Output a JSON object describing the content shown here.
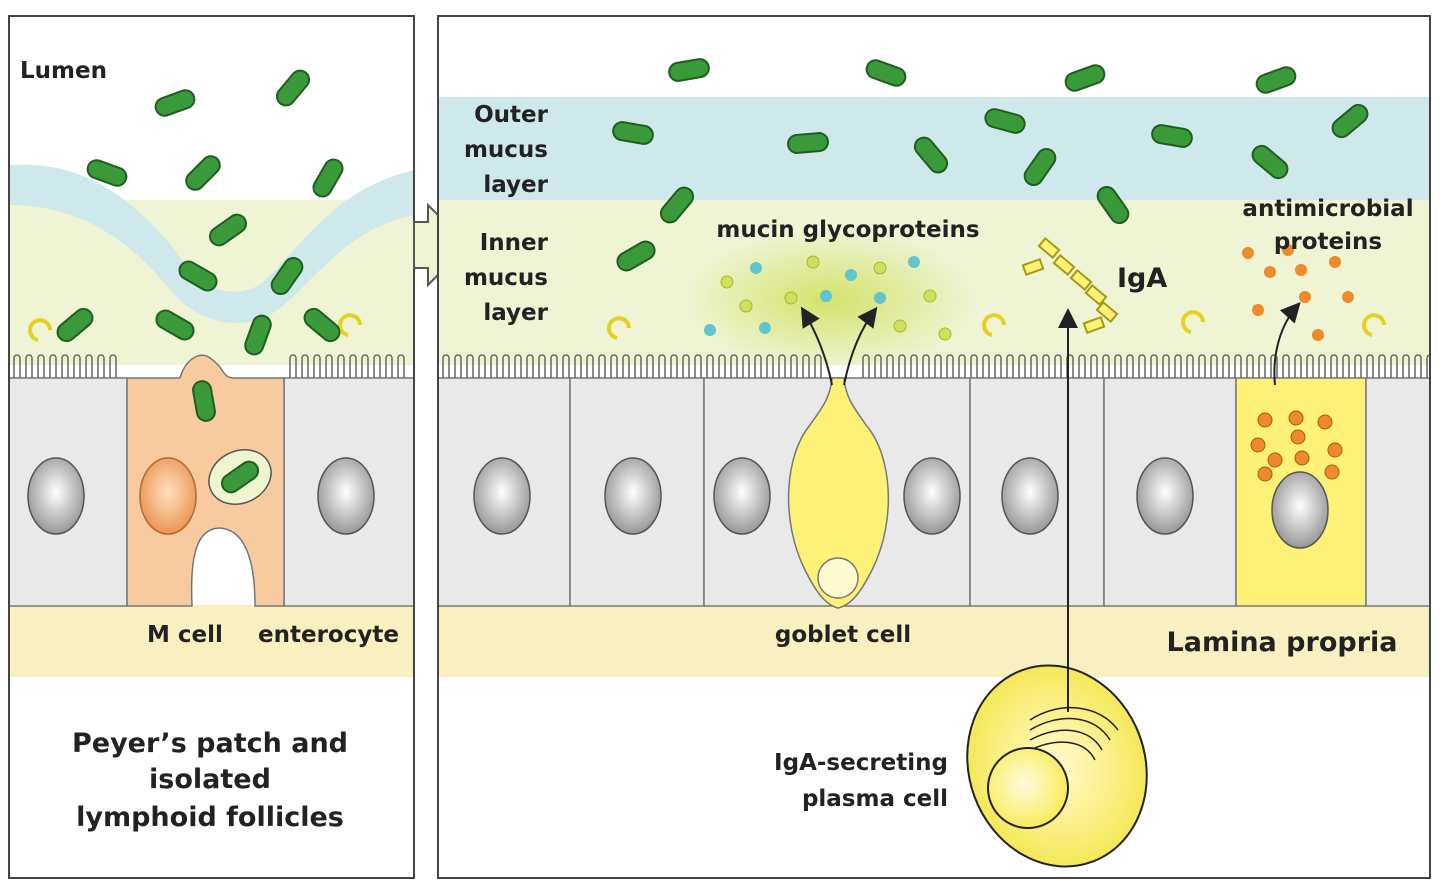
{
  "left_panel": {
    "lumen_label": "Lumen",
    "m_cell_label": "M cell",
    "enterocyte_label": "enterocyte",
    "caption_lines": [
      "Peyer’s patch and",
      "isolated",
      "lymphoid follicles"
    ]
  },
  "right_panel": {
    "outer_mucus_lines": [
      "Outer",
      "mucus",
      "layer"
    ],
    "inner_mucus_lines": [
      "Inner",
      "mucus",
      "layer"
    ],
    "mucin_label": "mucin glycoproteins",
    "iga_label": "IgA",
    "antimicrobial_lines": [
      "antimicrobial",
      "proteins"
    ],
    "goblet_label": "goblet cell",
    "lamina_label": "Lamina propria",
    "plasma_lines": [
      "IgA-secreting",
      "plasma cell"
    ]
  },
  "colors": {
    "bacteria": "#3a9a3a",
    "bacteria_outline": "#1f5e1f",
    "outer_mucus": "#cfe8ec",
    "inner_mucus": "#eef4d4",
    "lamina_propria": "#f8f0c0",
    "enterocyte": "#e9e9e9",
    "m_cell": "#f7caa0",
    "goblet_cell": "#fdf277",
    "mucin_green": "#cfe05a",
    "mucin_blue": "#62c4cc",
    "antimicrobial": "#ee8a2a"
  }
}
